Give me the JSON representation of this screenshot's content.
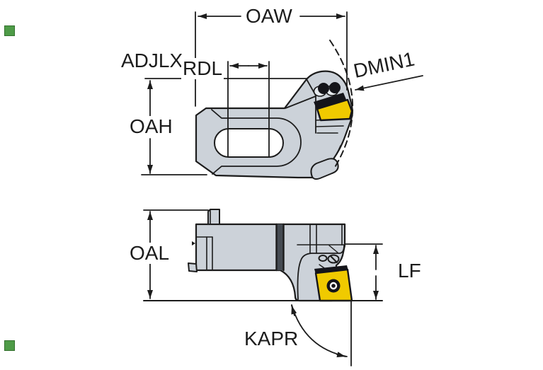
{
  "figure": {
    "kind": "technical-dimension-drawing",
    "subject": "indexable-insert tool holder shown in two orthogonal views (top view and side view)",
    "views": {
      "top": "top-view",
      "bottom": "side-view"
    },
    "labels": {
      "oaw": "OAW",
      "adjlx": "ADJLX",
      "rdl": "RDL",
      "dmin1": "DMIN1",
      "oah": "OAH",
      "oal": "OAL",
      "lf": "LF",
      "kapr": "KAPR"
    },
    "colors": {
      "background": "#ffffff",
      "line": "#1c1c1c",
      "body_gray": "#ccd2d9",
      "body_light": "#e6eaee",
      "body_dark_band": "#454b52",
      "insert_yellow": "#f0ca00",
      "insert_edge_dark": "#15151a",
      "marker_green": "#4e9b47"
    },
    "markers": {
      "green_square_count": 2
    }
  }
}
